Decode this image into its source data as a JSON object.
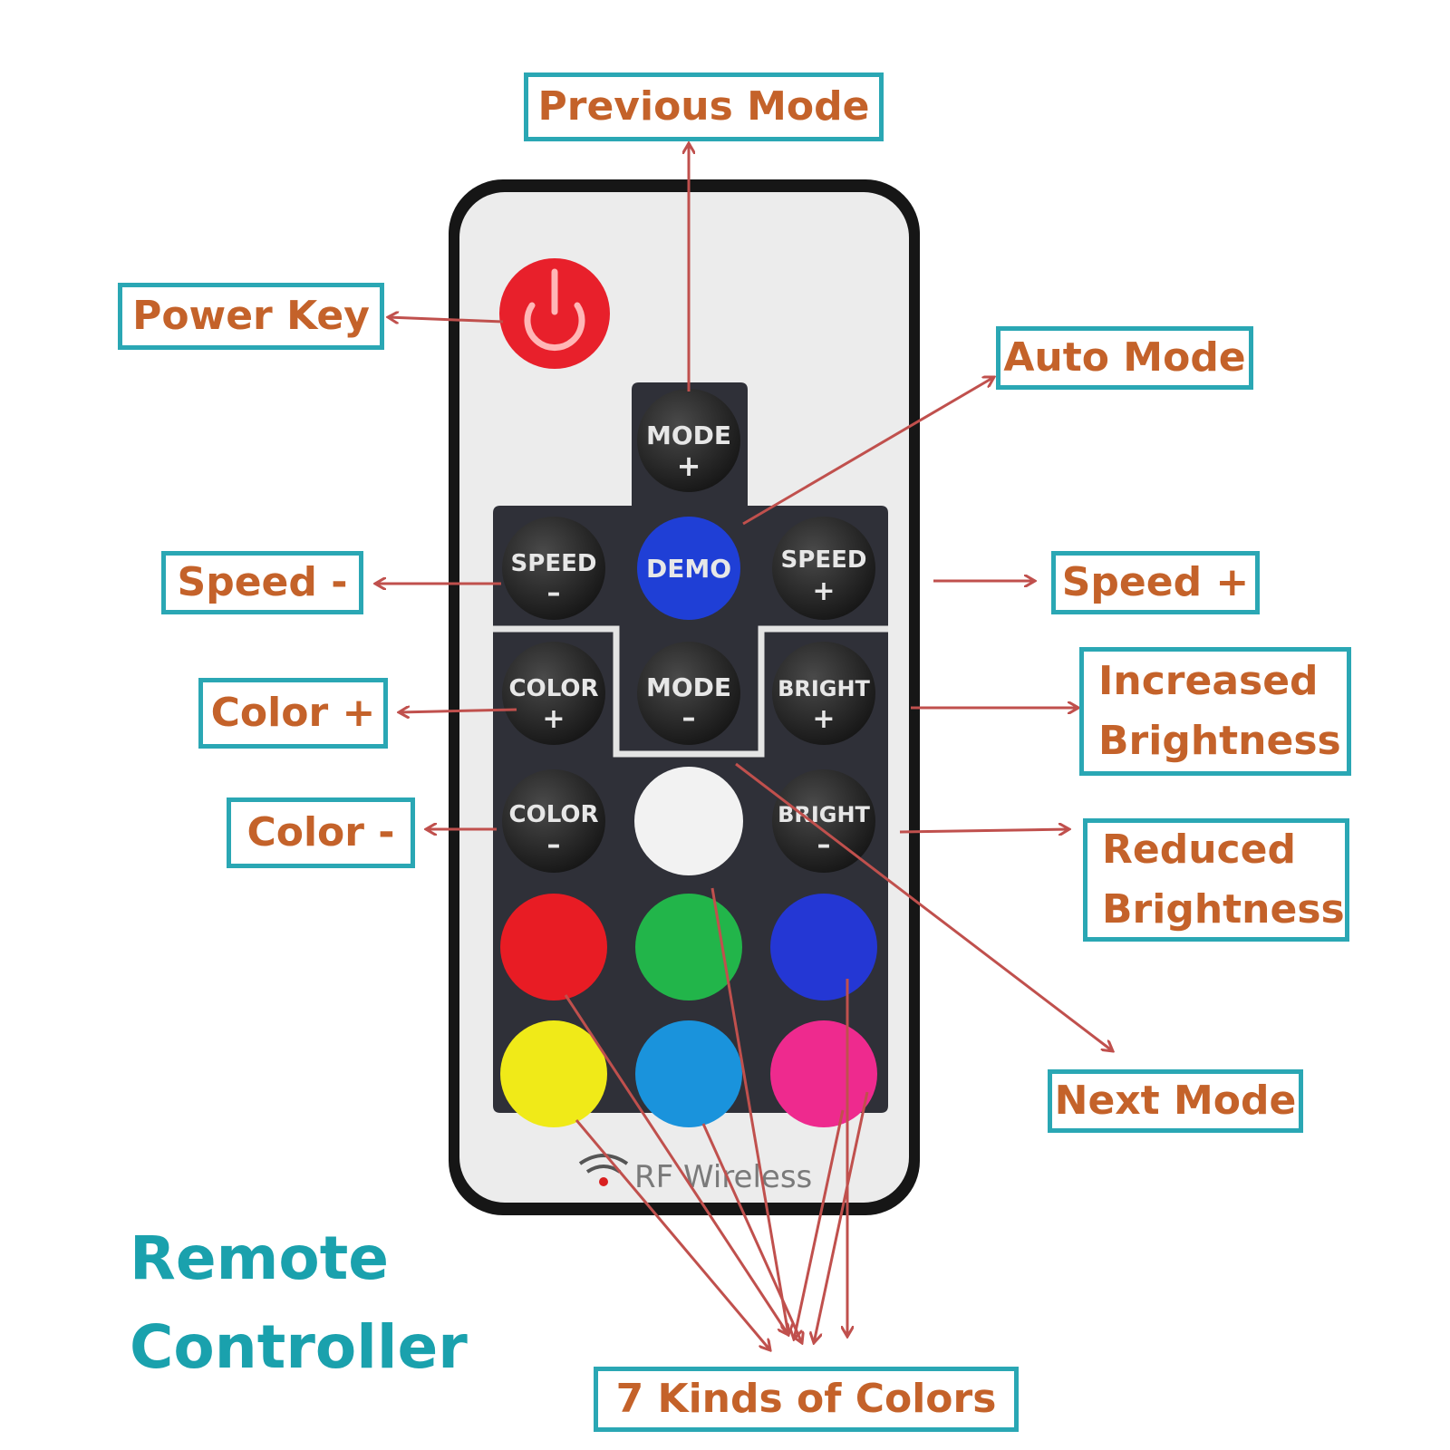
{
  "title": {
    "line1": "Remote",
    "line2": "Controller"
  },
  "remote": {
    "buttons": {
      "mode_plus": [
        "MODE",
        "+"
      ],
      "speed_minus": [
        "SPEED",
        "–"
      ],
      "demo": "DEMO",
      "speed_plus": [
        "SPEED",
        "+"
      ],
      "color_plus": [
        "COLOR",
        "+"
      ],
      "mode_minus": [
        "MODE",
        "–"
      ],
      "bright_plus": [
        "BRIGHT",
        "+"
      ],
      "color_minus": [
        "COLOR",
        "–"
      ],
      "bright_minus": [
        "BRIGHT",
        "–"
      ]
    },
    "footer_text": "RF Wireless",
    "colors": {
      "power": "#e8202b",
      "demo": "#1f3fd6",
      "white": "#f2f2f2",
      "red": "#e81c24",
      "green": "#22b54a",
      "blue": "#2437d4",
      "yellow": "#f0ea18",
      "cyan": "#1a93dc",
      "magenta": "#ee2a8e"
    }
  },
  "callouts": {
    "previous_mode": "Previous Mode",
    "power_key": "Power Key",
    "auto_mode": "Auto Mode",
    "speed_minus": "Speed -",
    "speed_plus": "Speed +",
    "color_plus": "Color +",
    "increased_brightness": [
      "Increased",
      "Brightness"
    ],
    "color_minus": "Color -",
    "reduced_brightness": [
      "Reduced",
      "Brightness"
    ],
    "next_mode": "Next Mode",
    "seven_colors": "7 Kinds of Colors"
  },
  "style": {
    "label_color": "#c4622a",
    "border_color": "#2aa7b4",
    "arrow_color": "#c0504d",
    "title_color": "#1aa1ad"
  }
}
